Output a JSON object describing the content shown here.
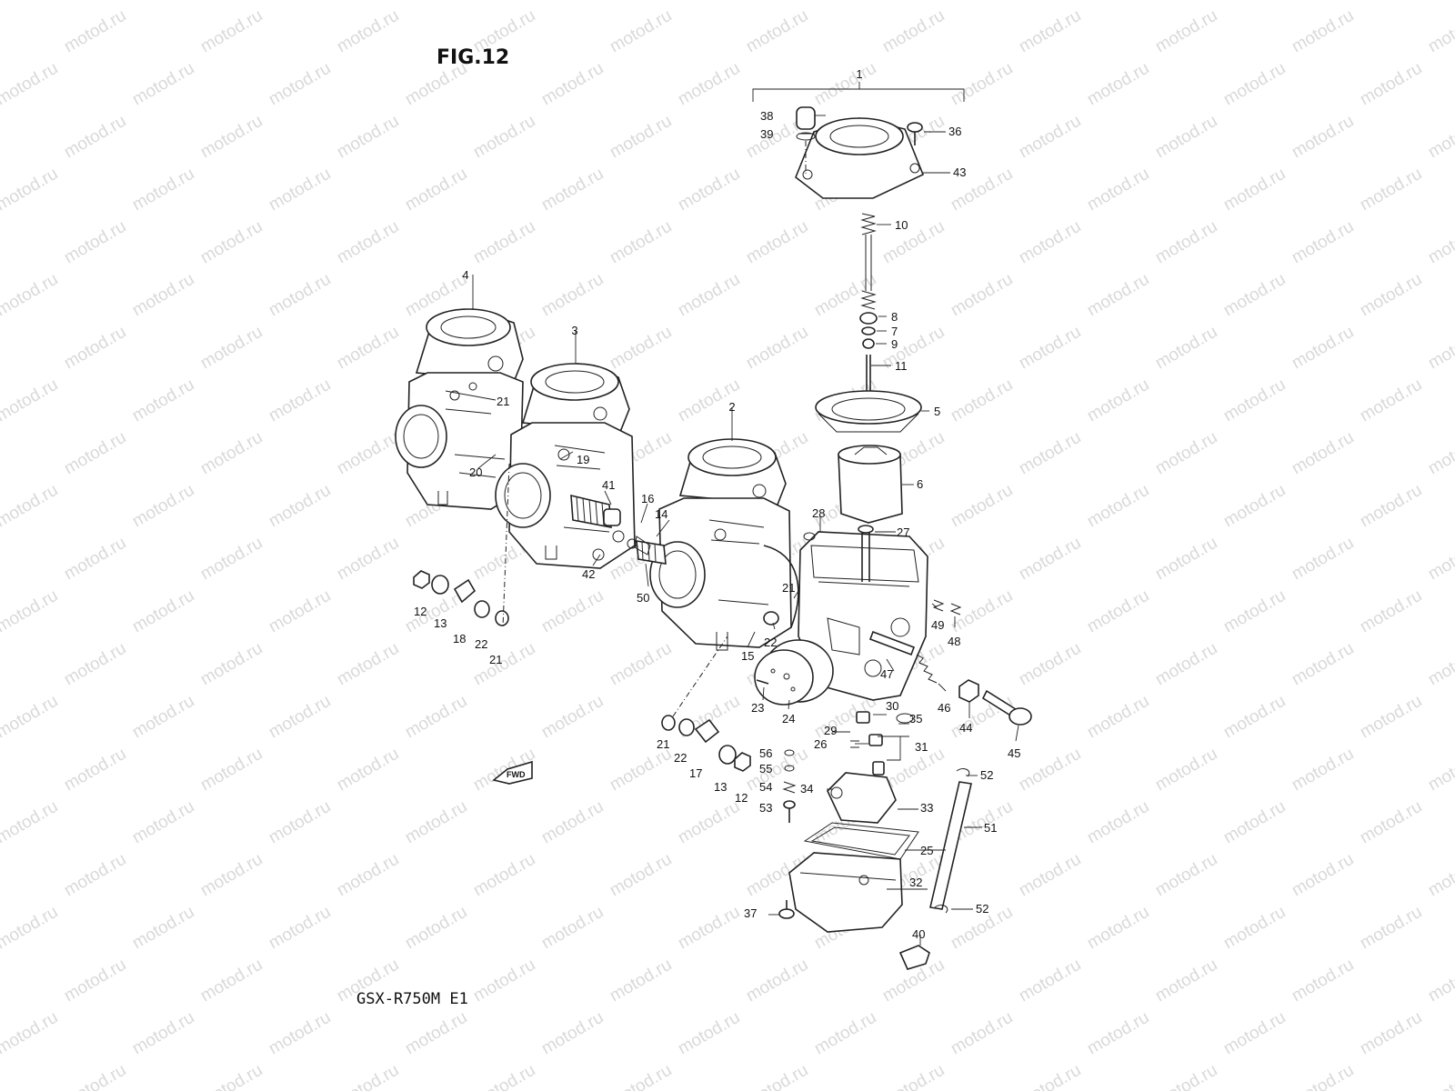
{
  "figure": {
    "title": "FIG.12",
    "model": "GSX-R750M E1"
  },
  "watermark": {
    "text": "motod.ru",
    "color": "#d9d9d9"
  },
  "fwd_badge": {
    "text": "FWD"
  },
  "callouts": [
    {
      "id": "c1",
      "text": "1"
    },
    {
      "id": "c2",
      "text": "2"
    },
    {
      "id": "c3",
      "text": "3"
    },
    {
      "id": "c4",
      "text": "4"
    },
    {
      "id": "c5",
      "text": "5"
    },
    {
      "id": "c6",
      "text": "6"
    },
    {
      "id": "c7",
      "text": "7"
    },
    {
      "id": "c8",
      "text": "8"
    },
    {
      "id": "c9",
      "text": "9"
    },
    {
      "id": "c10",
      "text": "10"
    },
    {
      "id": "c11",
      "text": "11"
    },
    {
      "id": "c12a",
      "text": "12"
    },
    {
      "id": "c12b",
      "text": "12"
    },
    {
      "id": "c13a",
      "text": "13"
    },
    {
      "id": "c13b",
      "text": "13"
    },
    {
      "id": "c14",
      "text": "14"
    },
    {
      "id": "c15",
      "text": "15"
    },
    {
      "id": "c16",
      "text": "16"
    },
    {
      "id": "c17",
      "text": "17"
    },
    {
      "id": "c18",
      "text": "18"
    },
    {
      "id": "c19",
      "text": "19"
    },
    {
      "id": "c20",
      "text": "20"
    },
    {
      "id": "c21a",
      "text": "21"
    },
    {
      "id": "c21b",
      "text": "21"
    },
    {
      "id": "c21c",
      "text": "21"
    },
    {
      "id": "c21d",
      "text": "21"
    },
    {
      "id": "c22a",
      "text": "22"
    },
    {
      "id": "c22b",
      "text": "22"
    },
    {
      "id": "c22c",
      "text": "22"
    },
    {
      "id": "c23",
      "text": "23"
    },
    {
      "id": "c24",
      "text": "24"
    },
    {
      "id": "c25",
      "text": "25"
    },
    {
      "id": "c26",
      "text": "26"
    },
    {
      "id": "c27",
      "text": "27"
    },
    {
      "id": "c28",
      "text": "28"
    },
    {
      "id": "c29",
      "text": "29"
    },
    {
      "id": "c30",
      "text": "30"
    },
    {
      "id": "c31",
      "text": "31"
    },
    {
      "id": "c32",
      "text": "32"
    },
    {
      "id": "c33",
      "text": "33"
    },
    {
      "id": "c34",
      "text": "34"
    },
    {
      "id": "c35",
      "text": "35"
    },
    {
      "id": "c36",
      "text": "36"
    },
    {
      "id": "c37",
      "text": "37"
    },
    {
      "id": "c38",
      "text": "38"
    },
    {
      "id": "c39",
      "text": "39"
    },
    {
      "id": "c40",
      "text": "40"
    },
    {
      "id": "c41",
      "text": "41"
    },
    {
      "id": "c42",
      "text": "42"
    },
    {
      "id": "c43",
      "text": "43"
    },
    {
      "id": "c44",
      "text": "44"
    },
    {
      "id": "c45",
      "text": "45"
    },
    {
      "id": "c46",
      "text": "46"
    },
    {
      "id": "c47",
      "text": "47"
    },
    {
      "id": "c48",
      "text": "48"
    },
    {
      "id": "c49",
      "text": "49"
    },
    {
      "id": "c50",
      "text": "50"
    },
    {
      "id": "c51",
      "text": "51"
    },
    {
      "id": "c52a",
      "text": "52"
    },
    {
      "id": "c52b",
      "text": "52"
    },
    {
      "id": "c53",
      "text": "53"
    },
    {
      "id": "c54",
      "text": "54"
    },
    {
      "id": "c55",
      "text": "55"
    },
    {
      "id": "c56",
      "text": "56"
    }
  ]
}
